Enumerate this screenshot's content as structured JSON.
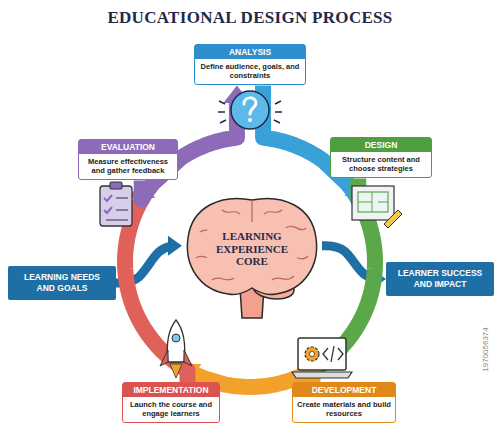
{
  "diagram": {
    "title": "EDUCATIONAL DESIGN PROCESS",
    "nodes": [
      {
        "text": [
          "ANALYSIS",
          "Define audience, goals, and constraints"
        ]
      },
      {
        "text": [
          "EVALUATION",
          "Measure effectiveness and gather feedback"
        ]
      },
      {
        "text": [
          "DESIGN",
          "Structure content and choose strategies"
        ]
      },
      {
        "text": [
          "LEARNING EXPERIENCE CORE"
        ]
      },
      {
        "text": [
          "LEARNING NEEDS AND GOALS"
        ]
      },
      {
        "text": [
          "LEARNER SUCCESS AND IMPACT"
        ]
      },
      {
        "text": [
          "IMPLEMENTATION",
          "Launch the course and engage learners"
        ]
      },
      {
        "text": [
          "DEVELOPMENT",
          "Create materials and build resources"
        ]
      }
    ],
    "edges": [
      {
        "from": 4,
        "to": 3,
        "arrow": "to"
      },
      {
        "from": 3,
        "to": 5,
        "arrow": "to"
      },
      {
        "from": 0,
        "to": 2,
        "arrow": "to"
      },
      {
        "from": 2,
        "to": 7,
        "arrow": "to"
      },
      {
        "from": 7,
        "to": 6,
        "arrow": "to"
      },
      {
        "from": 6,
        "to": 1,
        "arrow": "to"
      },
      {
        "from": 1,
        "to": 0,
        "arrow": "to"
      }
    ],
    "labels": [
      "1970056374"
    ]
  }
}
